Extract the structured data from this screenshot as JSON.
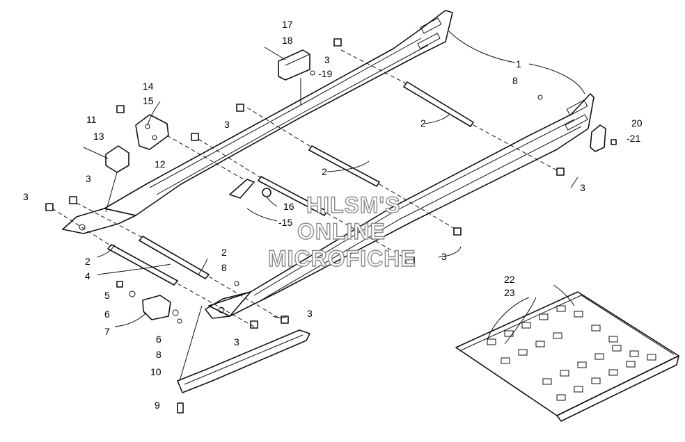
{
  "watermark": {
    "line1": "HILSM'S",
    "line2": "ONLINE",
    "line3": "MICROFICHE"
  },
  "callouts": {
    "c1": "1",
    "c2a": "2",
    "c2b": "2",
    "c2c": "2",
    "c2d": "2",
    "c3a": "3",
    "c3b": "3",
    "c3c": "3",
    "c3d": "3",
    "c3e": "3",
    "c3f": "3",
    "c3g": "3",
    "c3h": "3",
    "c4": "4",
    "c5": "5",
    "c6a": "6",
    "c6b": "6",
    "c7": "7",
    "c8a": "8",
    "c8b": "8",
    "c8c": "8",
    "c9": "9",
    "c10": "10",
    "c11": "11",
    "c12": "12",
    "c13": "13",
    "c14": "14",
    "c15a": "15",
    "c15b": "-15",
    "c16": "16",
    "c17": "17",
    "c18": "18",
    "c19": "-19",
    "c20": "20",
    "c21": "-21",
    "c22": "22",
    "c23": "23"
  }
}
